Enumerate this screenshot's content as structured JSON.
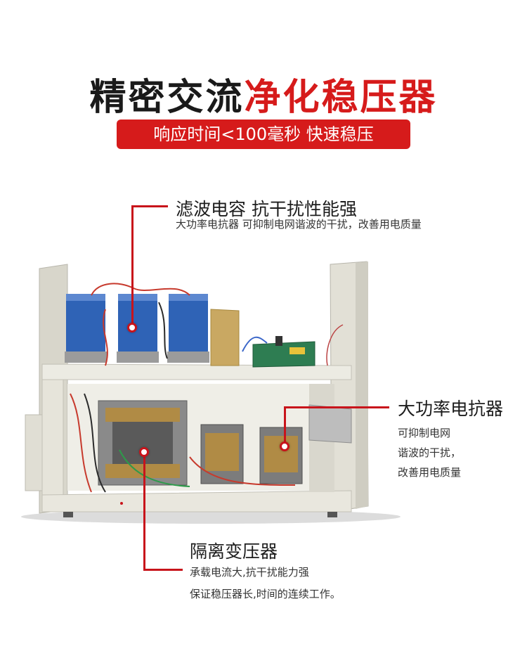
{
  "title": {
    "part1": "精密交流",
    "part2": "净化稳压器"
  },
  "subtitle": "响应时间<100毫秒 快速稳压",
  "callouts": {
    "capacitor": {
      "title": "滤波电容 抗干扰性能强",
      "desc": "大功率电抗器 可抑制电网谐波的干扰，改善用电质量"
    },
    "reactor": {
      "title": "大功率电抗器",
      "desc_lines": [
        "可抑制电网",
        "谐波的干扰，",
        "改善用电质量"
      ]
    },
    "transformer": {
      "title": "隔离变压器",
      "desc_lines": [
        "承载电流大,抗干扰能力强",
        "保证稳压器长,时间的连续工作。"
      ]
    }
  },
  "colors": {
    "accent": "#d61b1b",
    "text": "#1a1a1a",
    "chassis": "#e4e2d8"
  }
}
